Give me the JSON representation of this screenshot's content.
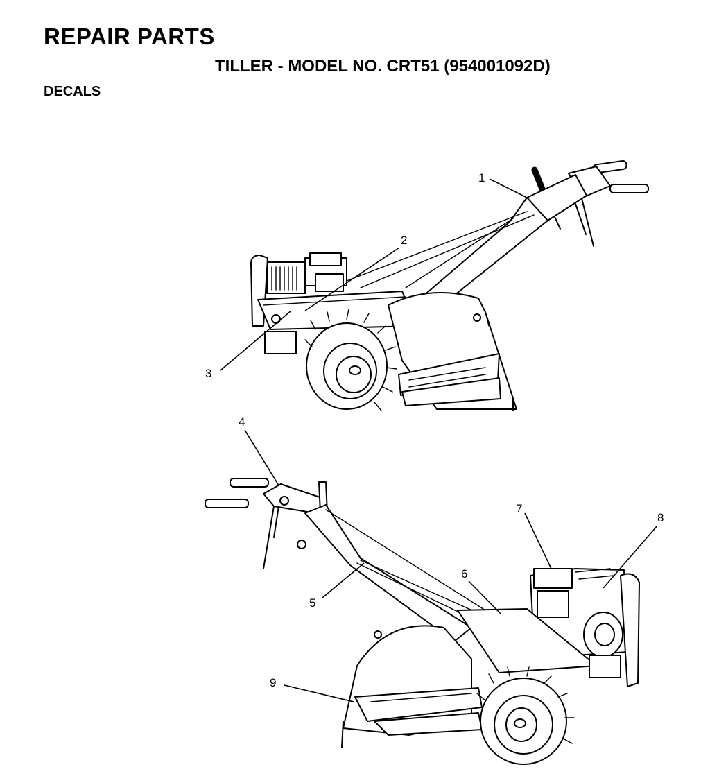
{
  "header": {
    "title": "REPAIR PARTS",
    "subtitle": "TILLER - MODEL NO. CRT51 (954001092D)",
    "section": "DECALS"
  },
  "callouts": [
    "1",
    "2",
    "3",
    "4",
    "5",
    "6",
    "7",
    "8",
    "9"
  ]
}
